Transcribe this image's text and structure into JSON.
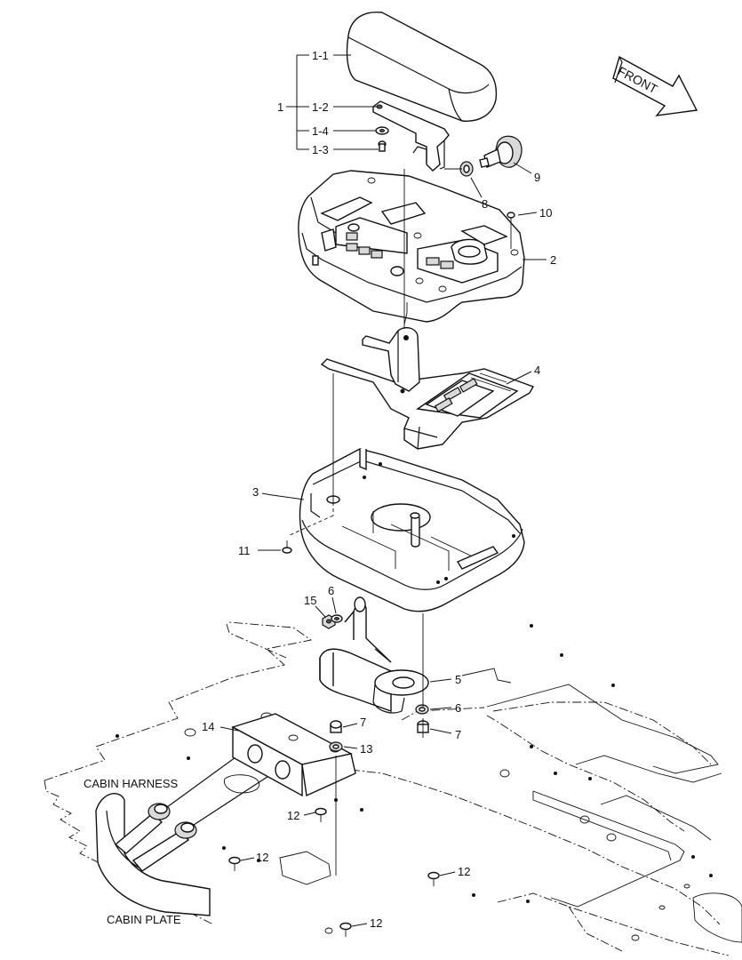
{
  "diagram": {
    "direction_label": "FRONT",
    "callouts": {
      "c1": "1",
      "c1_1": "1-1",
      "c1_2": "1-2",
      "c1_3": "1-3",
      "c1_4": "1-4",
      "c2": "2",
      "c3": "3",
      "c4": "4",
      "c5": "5",
      "c6a": "6",
      "c6b": "6",
      "c7a": "7",
      "c7b": "7",
      "c8": "8",
      "c9": "9",
      "c10": "10",
      "c11": "11",
      "c12a": "12",
      "c12b": "12",
      "c12c": "12",
      "c12d": "12",
      "c13": "13",
      "c14": "14",
      "c15": "15"
    },
    "labels": {
      "cabin_harness": "CABIN HARNESS",
      "cabin_plate": "CABIN PLATE"
    }
  }
}
